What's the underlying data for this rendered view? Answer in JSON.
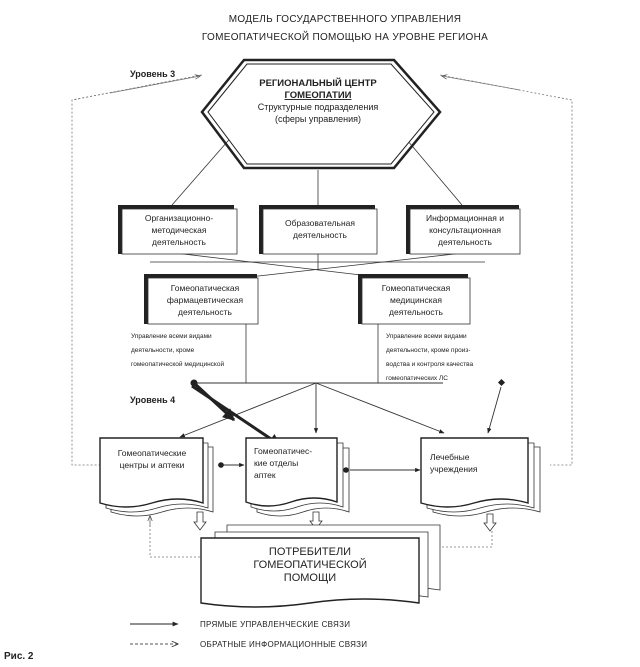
{
  "title": {
    "line1": "МОДЕЛЬ ГОСУДАРСТВЕННОГО УПРАВЛЕНИЯ",
    "line2": "ГОМЕОПАТИЧЕСКОЙ ПОМОЩЬЮ НА УРОВНЕ РЕГИОНА"
  },
  "levels": {
    "level3": "Уровень 3",
    "level4": "Уровень 4"
  },
  "center": {
    "line1": "РЕГИОНАЛЬНЫЙ ЦЕНТР",
    "line2": "ГОМЕОПАТИИ",
    "line3": "Структурные подразделения",
    "line4": "(сферы управления)"
  },
  "activities": {
    "org": [
      "Организационно-",
      "методическая",
      "деятельность"
    ],
    "edu": [
      "Образовательная",
      "деятельность"
    ],
    "info": [
      "Информационная и",
      "консультационная",
      "деятельность"
    ]
  },
  "activities2": {
    "pharm": [
      "Гомеопатическая",
      "фармацевтическая",
      "деятельность"
    ],
    "med": [
      "Гомеопатическая",
      "медицинская",
      "деятельность"
    ]
  },
  "notes": {
    "left": [
      "Управление всеми видами",
      "деятельности, кроме",
      "гомеопатической медицинской"
    ],
    "right": [
      "Управление всеми видами",
      "деятельности, кроме произ-",
      "водства и контроля качества",
      "гомеопатических ЛС"
    ]
  },
  "level4_units": {
    "centers": [
      "Гомеопатические",
      "центры и аптеки"
    ],
    "departments": [
      "Гомеопатичес-",
      "кие отделы",
      "аптек"
    ],
    "clinics": [
      "Лечебные",
      "учреждения"
    ]
  },
  "consumers": [
    "ПОТРЕБИТЕЛИ",
    "ГОМЕОПАТИЧЕСКОЙ",
    "ПОМОЩИ"
  ],
  "legend": {
    "direct": "ПРЯМЫЕ УПРАВЛЕНЧЕСКИЕ СВЯЗИ",
    "feedback": "ОБРАТНЫЕ ИНФОРМАЦИОННЫЕ СВЯЗИ"
  },
  "figure_label": "Рис. 2"
}
